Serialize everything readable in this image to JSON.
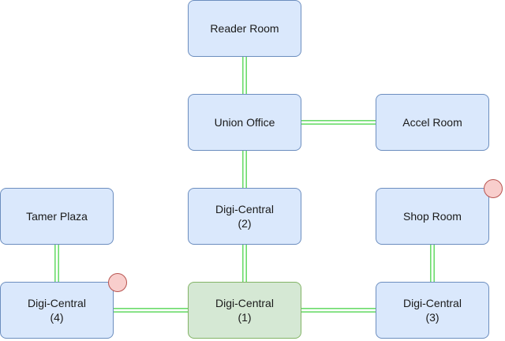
{
  "diagram": {
    "nodes": [
      {
        "id": "reader-room",
        "line1": "Reader Room",
        "line2": ""
      },
      {
        "id": "union-office",
        "line1": "Union Office",
        "line2": ""
      },
      {
        "id": "accel-room",
        "line1": "Accel Room",
        "line2": ""
      },
      {
        "id": "tamer-plaza",
        "line1": "Tamer Plaza",
        "line2": ""
      },
      {
        "id": "digi-central-2",
        "line1": "Digi-Central",
        "line2": "(2)"
      },
      {
        "id": "shop-room",
        "line1": "Shop Room",
        "line2": ""
      },
      {
        "id": "digi-central-4",
        "line1": "Digi-Central",
        "line2": "(4)"
      },
      {
        "id": "digi-central-1",
        "line1": "Digi-Central",
        "line2": "(1)"
      },
      {
        "id": "digi-central-3",
        "line1": "Digi-Central",
        "line2": "(3)"
      }
    ],
    "edges": [
      {
        "from": "reader-room",
        "to": "union-office"
      },
      {
        "from": "union-office",
        "to": "accel-room"
      },
      {
        "from": "union-office",
        "to": "digi-central-2"
      },
      {
        "from": "digi-central-2",
        "to": "digi-central-1"
      },
      {
        "from": "tamer-plaza",
        "to": "digi-central-4"
      },
      {
        "from": "digi-central-4",
        "to": "digi-central-1"
      },
      {
        "from": "digi-central-1",
        "to": "digi-central-3"
      },
      {
        "from": "shop-room",
        "to": "digi-central-3"
      }
    ],
    "markers": [
      {
        "node": "shop-room",
        "type": "red-circle"
      },
      {
        "node": "digi-central-4",
        "type": "red-circle"
      }
    ],
    "highlighted_node": "digi-central-1",
    "colors": {
      "node_fill": "#dae8fc",
      "node_stroke": "#6c8ebf",
      "active_fill": "#d5e8d4",
      "active_stroke": "#82b366",
      "edge": "#6cdc6c",
      "marker_fill": "#f8cecc",
      "marker_stroke": "#b85450"
    }
  }
}
